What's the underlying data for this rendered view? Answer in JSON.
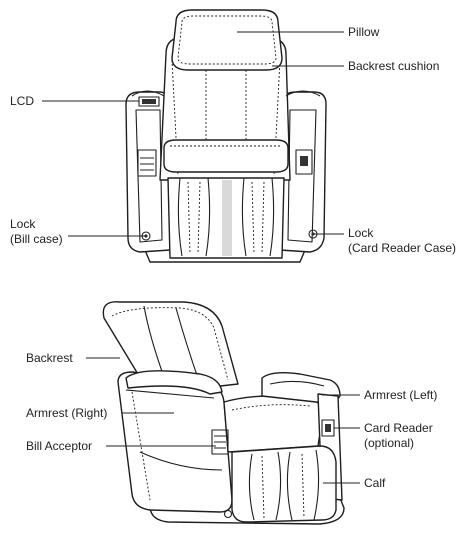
{
  "labels": {
    "pillow": "Pillow",
    "backrest_cushion": "Backrest cushion",
    "lcd": "LCD",
    "lock_bill_line1": "Lock",
    "lock_bill_line2": "(Bill case)",
    "lock_card_line1": "Lock",
    "lock_card_line2": "(Card Reader Case)",
    "backrest": "Backrest",
    "armrest_left": "Armrest (Left)",
    "armrest_right": "Armrest (Right)",
    "card_reader_line1": "Card Reader",
    "card_reader_line2": "(optional)",
    "bill_acceptor": "Bill Acceptor",
    "calf": "Calf"
  },
  "colors": {
    "line": "#1e1e1e",
    "text": "#222222",
    "background": "#ffffff",
    "shade": "#d9d9d9"
  }
}
